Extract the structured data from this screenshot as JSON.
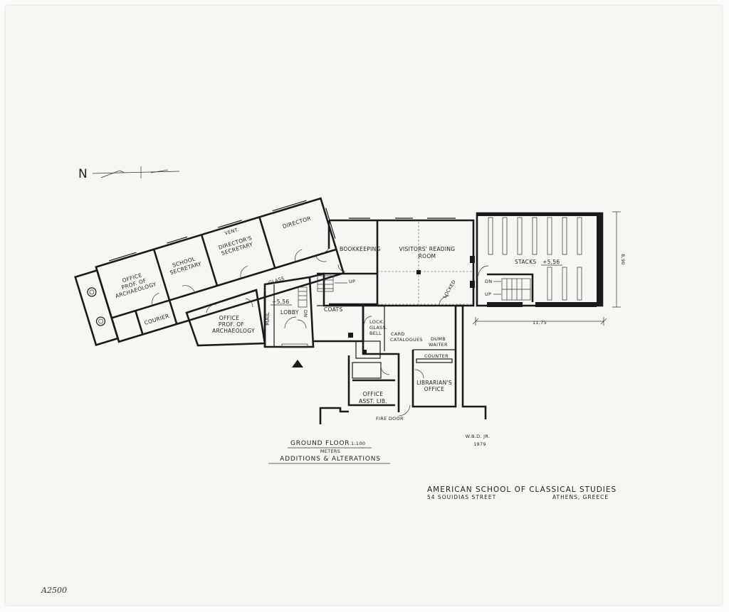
{
  "rooms": {
    "office_prof_1": [
      "OFFICE",
      "PROF. OF",
      "ARCHAEOLOGY"
    ],
    "school_secretary": [
      "SCHOOL",
      "SECRETARY"
    ],
    "directors_secretary": [
      "DIRECTOR'S",
      "SECRETARY"
    ],
    "director": "DIRECTOR",
    "vent": "VENT.",
    "courier": "COURIER",
    "office_prof_2": [
      "OFFICE",
      "PROF. OF",
      "ARCHAEOLOGY"
    ],
    "mail": "MAIL",
    "lobby": "LOBBY",
    "lobby_level": "+5,56",
    "glass": "GLASS",
    "dn_lobby": "DN",
    "coats": "COATS",
    "bookkeeping": "BOOKKEEPING",
    "up_bookkeeping": "UP",
    "visitors_reading_room": [
      "VISITORS' READING",
      "ROOM"
    ],
    "lock_glass_bell": [
      "LOCK.",
      "GLASS.",
      "BELL"
    ],
    "card_catalogues": [
      "CARD",
      "CATALOGUES"
    ],
    "dumb_waiter": [
      "DUMB",
      "WAITER"
    ],
    "counter": "COUNTER",
    "librarians_office": [
      "LIBRARIAN'S",
      "OFFICE"
    ],
    "office_asst_lib": [
      "OFFICE",
      "ASST. LIB."
    ],
    "fire_door": "FIRE DOOR",
    "stacks": "STACKS",
    "stacks_level": "+5,56",
    "dn_stacks": "DN",
    "up_stacks": "UP",
    "reading_room_misc": "LOCKED"
  },
  "dimensions": {
    "stacks_width": "11,75",
    "stacks_depth": "8,90"
  },
  "title_block": {
    "title": "GROUND FLOOR",
    "scale": "1:100",
    "units": "METERS",
    "subtitle": "ADDITIONS & ALTERATIONS",
    "draftsman": "W.B.D. JR.",
    "year": "1979",
    "institution": "AMERICAN SCHOOL OF CLASSICAL STUDIES",
    "street": "54 SOUIDIAS STREET",
    "city": "ATHENS, GREECE"
  },
  "north_label": "N",
  "archive_number": "A2500"
}
